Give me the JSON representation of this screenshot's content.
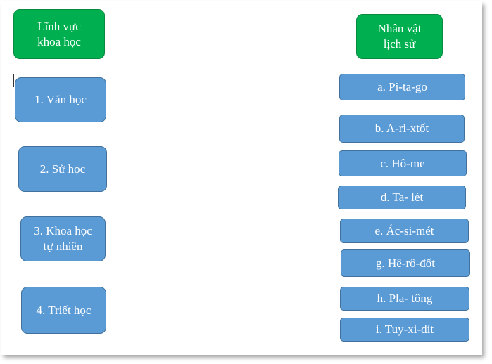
{
  "left": {
    "header": "Lĩnh vực\nkhoa học",
    "items": [
      "1. Văn học",
      "2. Sử học",
      "3. Khoa học\ntự nhiên",
      "4. Triết học"
    ]
  },
  "right": {
    "header": "Nhân vật\nlịch sử",
    "items": [
      "a. Pi-ta-go",
      "b. A-ri-xtốt",
      "c. Hô-me",
      "d. Ta- lét",
      "e. Ác-si-mét",
      "g. Hê-rô-đốt",
      "h. Pla- tông",
      "i. Tuy-xi-dít"
    ]
  },
  "colors": {
    "header_fill": "#00b050",
    "item_fill": "#5b9bd5"
  }
}
